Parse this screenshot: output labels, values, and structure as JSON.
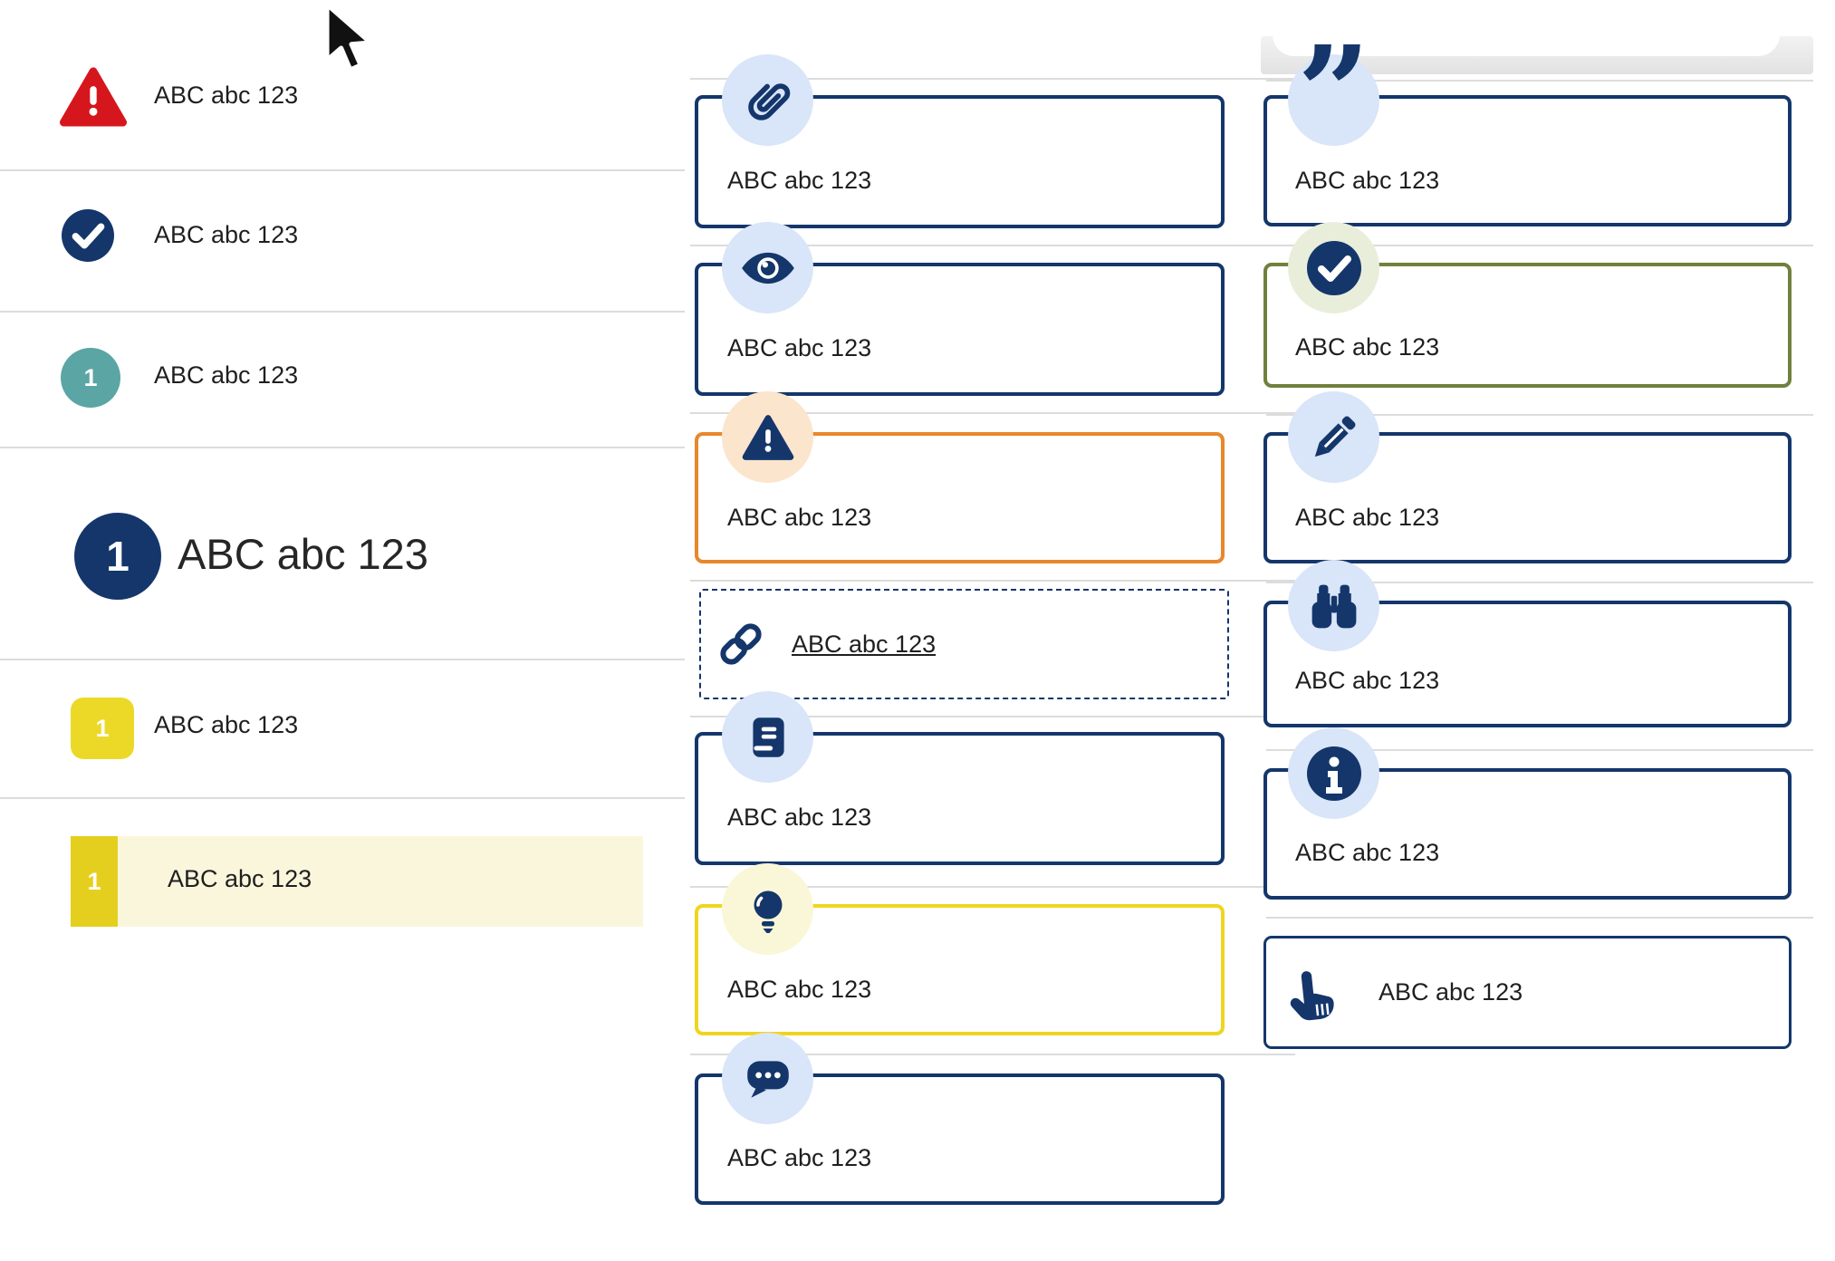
{
  "colors": {
    "navy": "#14366b",
    "light_blue": "#d9e5f8",
    "red": "#d6161d",
    "teal": "#5ba5a5",
    "orange_border": "#e8872b",
    "pale_orange": "#fbe5cd",
    "yellow_border": "#efd51f",
    "pale_yellow": "#faf7d8",
    "green_border": "#70803d",
    "pale_green": "#e9eedb",
    "yellow_badge": "#ecd927",
    "selected_row_bg": "#faf6dc",
    "divider": "#dcdcdc",
    "text": "#1f1f1f"
  },
  "left_list": {
    "items": [
      {
        "id": "alert",
        "label": "ABC abc 123"
      },
      {
        "id": "complete",
        "label": "ABC abc 123"
      },
      {
        "id": "step-teal",
        "badge": "1",
        "label": "ABC abc 123"
      },
      {
        "id": "step-heading",
        "badge": "1",
        "label": "ABC abc 123"
      },
      {
        "id": "step-yellow",
        "badge": "1",
        "label": "ABC abc 123"
      },
      {
        "id": "step-selected",
        "badge": "1",
        "label": "ABC abc 123"
      }
    ]
  },
  "middle_callouts": [
    {
      "icon": "paperclip-icon",
      "label": "ABC abc 123"
    },
    {
      "icon": "eye-icon",
      "label": "ABC abc 123"
    },
    {
      "icon": "warning-icon",
      "label": "ABC abc 123"
    },
    {
      "icon": "link-icon",
      "label": "ABC abc 123"
    },
    {
      "icon": "book-icon",
      "label": "ABC abc 123"
    },
    {
      "icon": "lightbulb-icon",
      "label": "ABC abc 123"
    },
    {
      "icon": "chat-icon",
      "label": "ABC abc 123"
    }
  ],
  "right_callouts": [
    {
      "icon": "quote-icon",
      "label": "ABC abc 123"
    },
    {
      "icon": "check-icon",
      "label": "ABC abc 123"
    },
    {
      "icon": "pencil-icon",
      "label": "ABC abc 123"
    },
    {
      "icon": "binoculars-icon",
      "label": "ABC abc 123"
    },
    {
      "icon": "info-icon",
      "label": "ABC abc 123"
    },
    {
      "icon": "hand-icon",
      "label": "ABC abc 123"
    }
  ],
  "glyphs": {
    "quote": "”"
  }
}
